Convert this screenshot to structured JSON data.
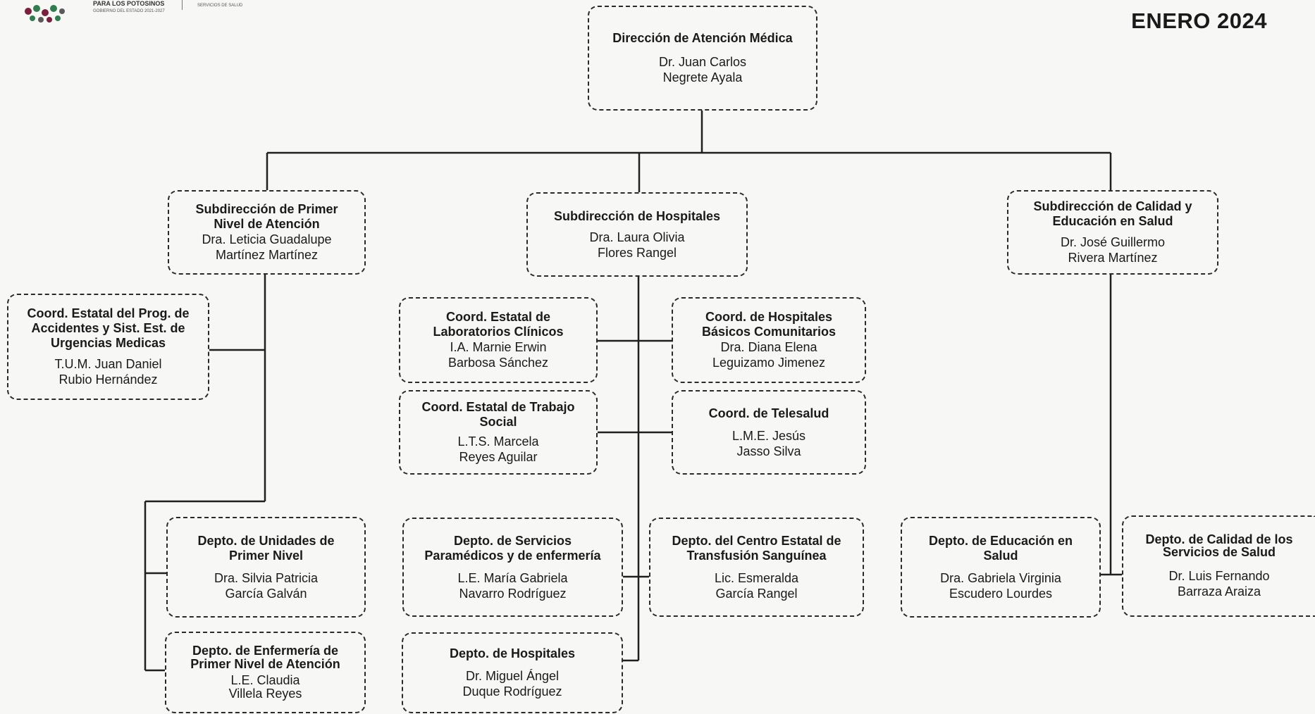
{
  "header": {
    "date": "ENERO 2024",
    "logo_line1": "PARA LOS POTOSINOS",
    "logo_line2": "GOBIERNO DEL ESTADO 2021-2027",
    "logo_line3": "SERVICIOS DE SALUD"
  },
  "nodes": {
    "direccion": {
      "title": "Dirección de Atención Médica",
      "name1": "Dr. Juan Carlos",
      "name2": "Negrete Ayala"
    },
    "sub_primer_nivel": {
      "title": "Subdirección de Primer Nivel de Atención",
      "name1": "Dra. Leticia Guadalupe",
      "name2": "Martínez Martínez"
    },
    "sub_hospitales": {
      "title": "Subdirección de Hospitales",
      "name1": "Dra. Laura Olivia",
      "name2": "Flores Rangel"
    },
    "sub_calidad": {
      "title": "Subdirección de Calidad  y Educación en Salud",
      "name1": "Dr. José Guillermo",
      "name2": "Rivera Martínez"
    },
    "coord_accidentes": {
      "title": "Coord. Estatal del Prog. de Accidentes y Sist. Est. de Urgencias Medicas",
      "name1": "T.U.M. Juan Daniel",
      "name2": "Rubio Hernández"
    },
    "coord_laboratorios": {
      "title": "Coord. Estatal de Laboratorios Clínicos",
      "name1": "I.A. Marnie Erwin",
      "name2": "Barbosa Sánchez"
    },
    "coord_hosp_basicos": {
      "title": "Coord. de Hospitales Básicos Comunitarios",
      "name1": "Dra. Diana Elena",
      "name2": "Leguizamo Jimenez"
    },
    "coord_trabajo_social": {
      "title": "Coord. Estatal de Trabajo Social",
      "name1": "L.T.S. Marcela",
      "name2": "Reyes Aguilar"
    },
    "coord_telesalud": {
      "title": "Coord. de Telesalud",
      "name1": "L.M.E. Jesús",
      "name2": "Jasso Silva"
    },
    "depto_unidades": {
      "title": "Depto. de Unidades de Primer Nivel",
      "name1": "Dra. Silvia Patricia",
      "name2": "García Galván"
    },
    "depto_enfermeria_pn": {
      "title": "Depto. de Enfermería de Primer Nivel de Atención",
      "name1": "L.E. Claudia",
      "name2": "Villela Reyes"
    },
    "depto_paramedicos": {
      "title": "Depto. de Servicios Paramédicos y de enfermería",
      "name1": "L.E. María Gabriela",
      "name2": "Navarro Rodríguez"
    },
    "depto_transfusion": {
      "title": "Depto. del Centro Estatal de Transfusión Sanguínea",
      "name1": "Lic. Esmeralda",
      "name2": "García Rangel"
    },
    "depto_hospitales": {
      "title": "Depto. de Hospitales",
      "name1": "Dr. Miguel Ángel",
      "name2": "Duque Rodríguez"
    },
    "depto_educacion": {
      "title": "Depto. de Educación en Salud",
      "name1": "Dra. Gabriela Virginia",
      "name2": "Escudero Lourdes"
    },
    "depto_calidad": {
      "title": "Depto. de Calidad de los Servicios de Salud",
      "name1": "Dr. Luis Fernando",
      "name2": "Barraza Araiza"
    }
  }
}
